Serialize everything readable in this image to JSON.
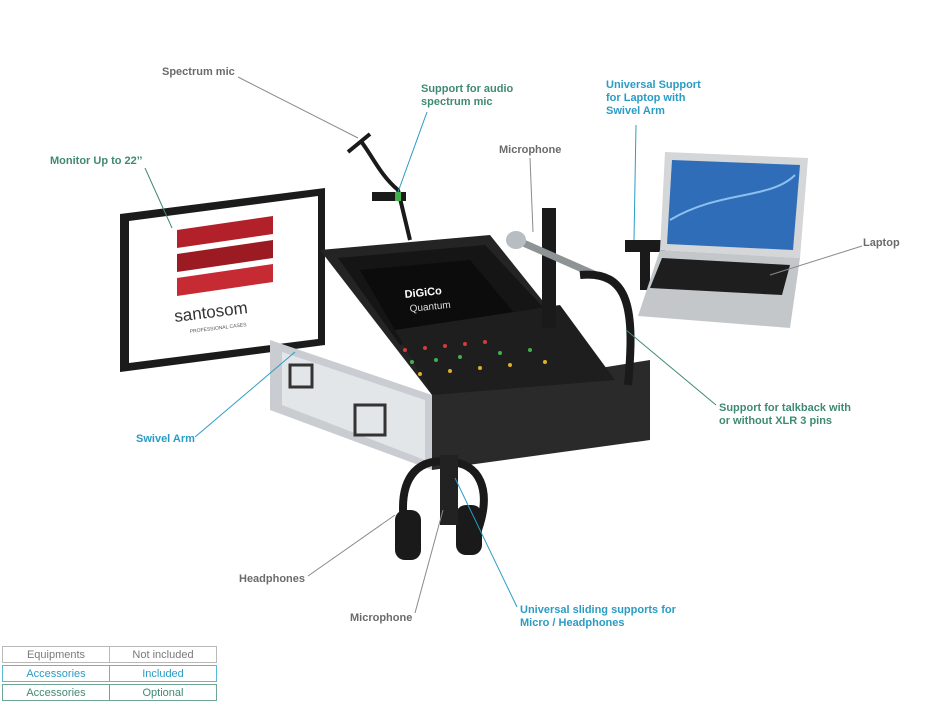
{
  "brand": {
    "logo_text": "santosom",
    "logo_subtitle": "PROFESSIONAL CASES"
  },
  "console": {
    "maker": "DiGiCo",
    "model": "Quantum"
  },
  "labels": {
    "spectrum_mic": "Spectrum mic",
    "support_spectrum_line1": "Support for audio",
    "support_spectrum_line2": "spectrum mic",
    "universal_laptop_line1": "Universal Support",
    "universal_laptop_line2": "for Laptop with",
    "universal_laptop_line3": "Swivel Arm",
    "monitor": "Monitor Up to 22’’",
    "microphone_top": "Microphone",
    "laptop": "Laptop",
    "swivel_arm": "Swivel Arm",
    "talkback_line1": "Support for talkback with",
    "talkback_line2": "or without XLR 3 pins",
    "headphones": "Headphones",
    "microphone_bottom": "Microphone",
    "sliding_line1": "Universal sliding supports for",
    "sliding_line2": "Micro / Headphones"
  },
  "legend": [
    {
      "category": "Equipments",
      "status": "Not included"
    },
    {
      "category": "Accessories",
      "status": "Included"
    },
    {
      "category": "Accessories",
      "status": "Optional"
    }
  ],
  "colors": {
    "equipment": "#6b6b6b",
    "included": "#2a9cc4",
    "optional": "#3f8a74"
  }
}
